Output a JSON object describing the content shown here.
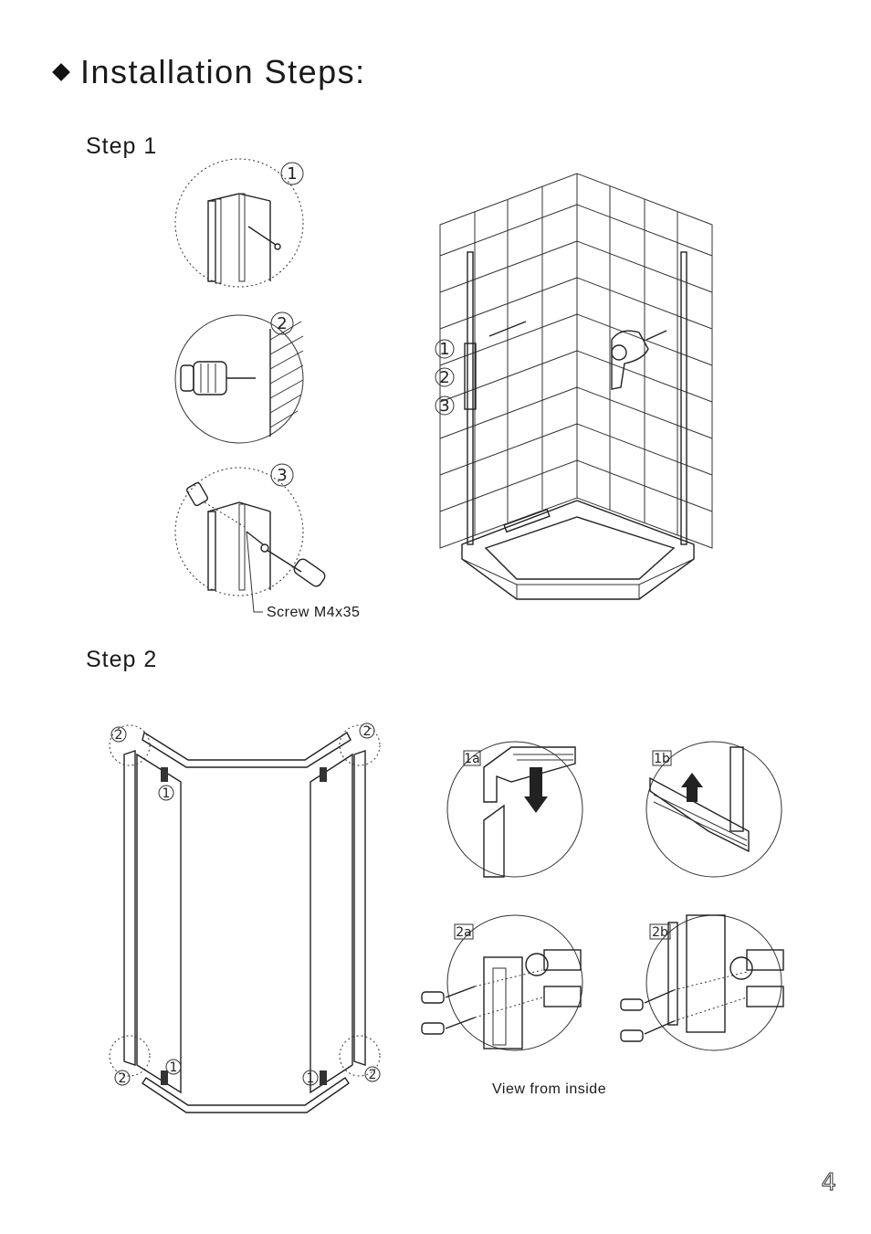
{
  "header": {
    "title": "Installation Steps:"
  },
  "step1": {
    "label": "Step 1",
    "callouts": [
      "1",
      "2",
      "3"
    ],
    "screw_label": "Screw M4x35"
  },
  "step2": {
    "label": "Step 2",
    "detail_labels": [
      "1a",
      "1b",
      "2a",
      "2b"
    ],
    "panel_callouts": [
      "1",
      "2"
    ],
    "caption": "View from inside"
  },
  "page": {
    "number": "4"
  }
}
